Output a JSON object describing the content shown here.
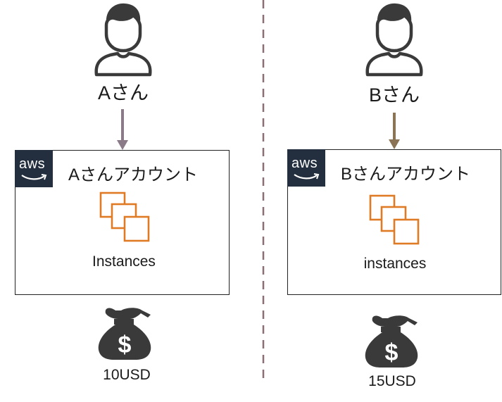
{
  "users": {
    "a": {
      "name": "Aさん"
    },
    "b": {
      "name": "Bさん"
    }
  },
  "accounts": {
    "a": {
      "badge": "aws",
      "title": "Aさんアカウント",
      "resource_label": "Instances"
    },
    "b": {
      "badge": "aws",
      "title": "Bさんアカウント",
      "resource_label": "instances"
    }
  },
  "costs": {
    "a": {
      "amount": "10USD"
    },
    "b": {
      "amount": "15USD"
    }
  },
  "colors": {
    "arrow_a": "#8b7a88",
    "arrow_b": "#8b7355",
    "divider": "#8a6f74",
    "ec2_orange": "#e07b25",
    "aws_navy": "#232f3e",
    "icon_dark": "#3a3a3a"
  }
}
